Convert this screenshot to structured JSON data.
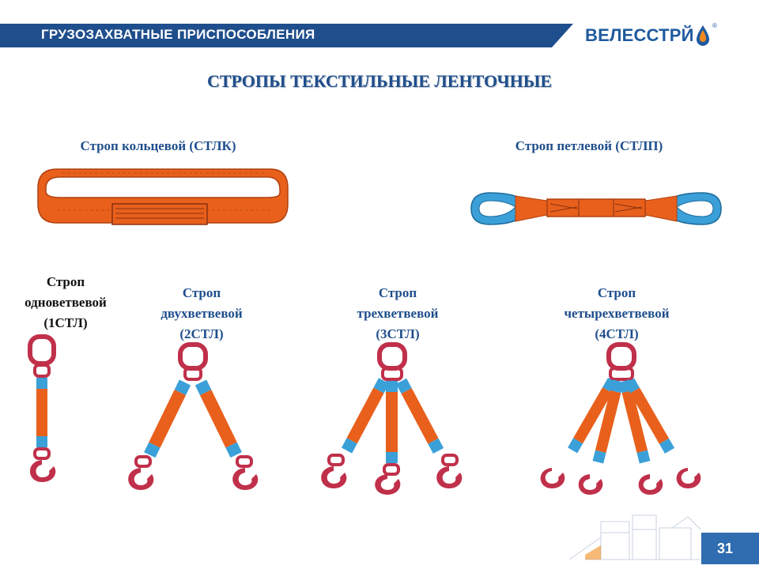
{
  "header": {
    "section_title": "ГРУЗОЗАХВАТНЫЕ ПРИСПОСОБЛЕНИЯ",
    "logo_text": "ВЕЛЕССТР",
    "logo_suffix": "Й",
    "bar_color": "#1f4e8c",
    "accent_color": "#1f5a9e"
  },
  "title": "СТРОПЫ ТЕКСТИЛЬНЫЕ ЛЕНТОЧНЫЕ",
  "items": {
    "ring": "Строп кольцевой (СТЛК)",
    "loop": "Строп петлевой (СТЛП)",
    "one_leg": [
      "Строп",
      "одноветвевой",
      "(1СТЛ)"
    ],
    "two_leg": [
      "Строп",
      "двухветвевой",
      "(2СТЛ)"
    ],
    "three_leg": [
      "Строп",
      "трехветвевой",
      "(3СТЛ)"
    ],
    "four_leg": [
      "Строп",
      "четырехветвевой",
      "(4СТЛ)"
    ]
  },
  "colors": {
    "webbing": "#e8601c",
    "sleeve": "#3ba0d8",
    "hardware": "#c0304a"
  },
  "footer": {
    "page_number": "31"
  }
}
